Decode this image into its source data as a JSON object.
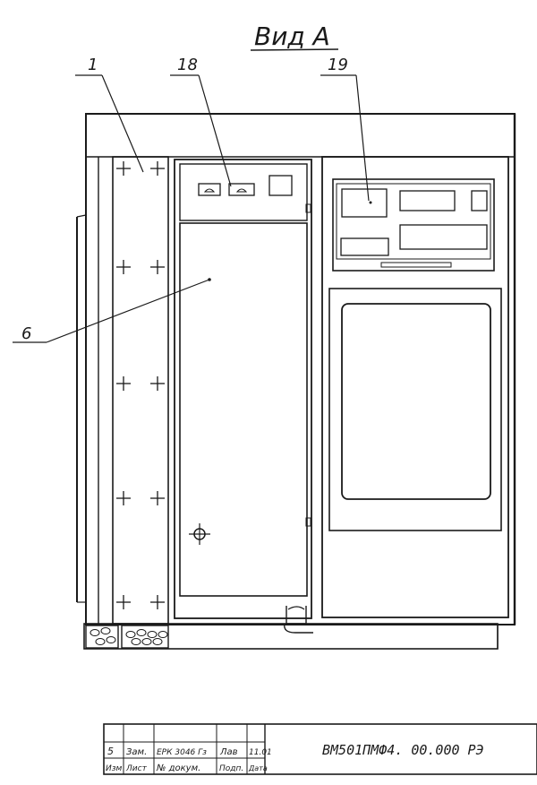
{
  "view_title": "Вид А",
  "callouts": [
    {
      "label": "1"
    },
    {
      "label": "18"
    },
    {
      "label": "19"
    },
    {
      "label": "6"
    }
  ],
  "title_block": {
    "document_code": "ВМ501ПМФ4. 00.000 РЭ",
    "revision_row": [
      "5",
      "Зам.",
      "ЕРК 3046 Гз",
      "Лав",
      "11.01"
    ],
    "header_row": [
      "Изм",
      "Лист",
      "№ докум.",
      "Подп.",
      "Дата"
    ]
  },
  "colors": {
    "ink": "#1a1a1a",
    "paper": "#ffffff"
  }
}
